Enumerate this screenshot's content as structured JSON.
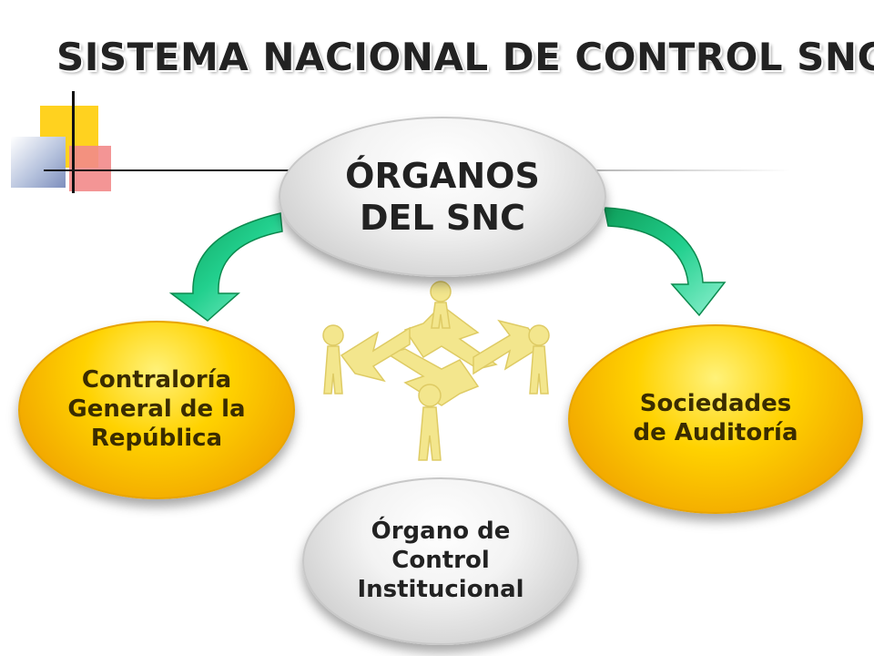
{
  "title": "SISTEMA NACIONAL DE CONTROL SNC",
  "nodes": {
    "center": "ÓRGANOS\nDEL SNC",
    "left": "Contraloría\nGeneral de la\nRepública",
    "right": "Sociedades\nde Auditoría",
    "bottom": "Órgano de\nControl\nInstitucional"
  },
  "colors": {
    "arrow": "#1fc98a",
    "gold_node": "#ffd200",
    "gray_node": "#e6e6e6",
    "figure": "#f2e27a"
  },
  "icons": [
    "curved-arrow-icon",
    "people-puzzle-figure-icon"
  ]
}
